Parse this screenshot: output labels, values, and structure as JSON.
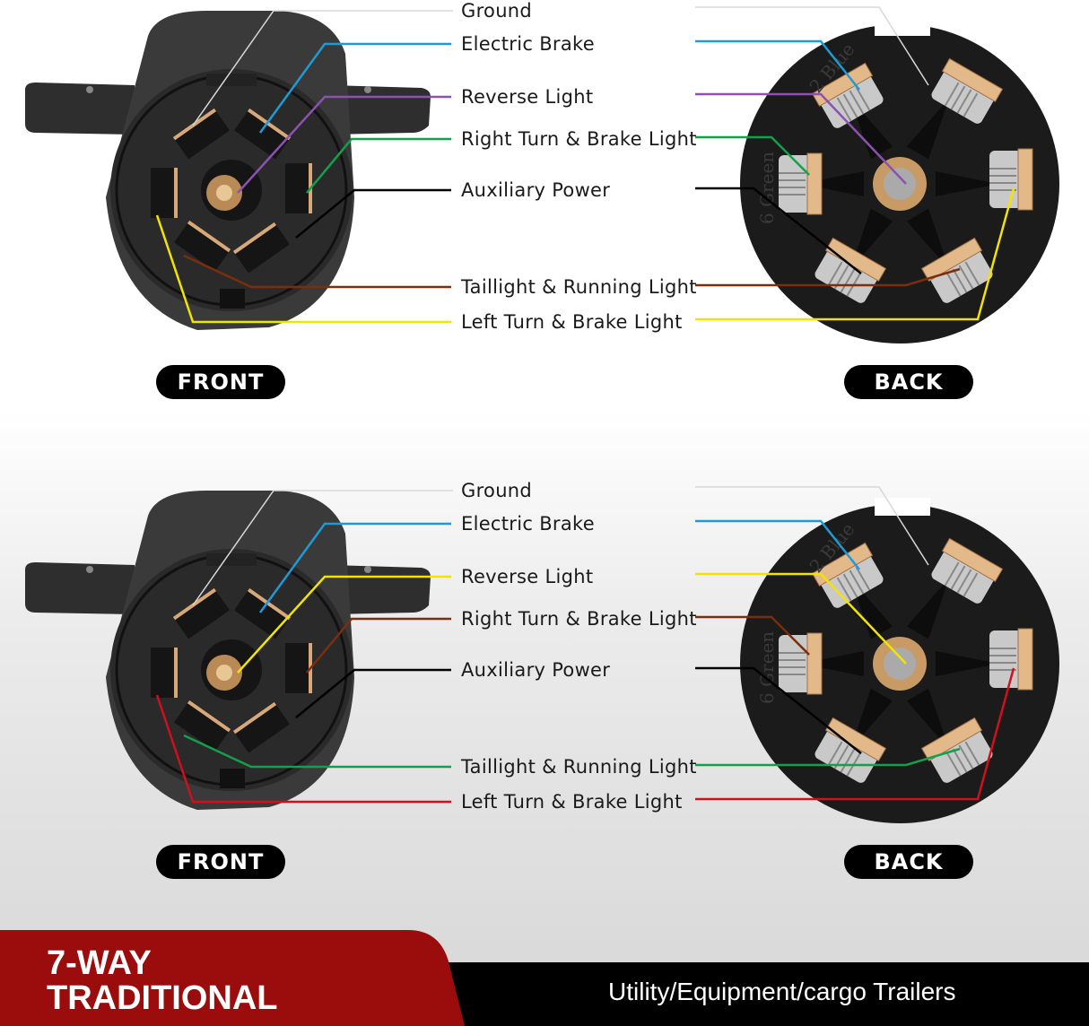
{
  "panels": [
    {
      "labels": [
        "Ground",
        "Electric Brake",
        "Reverse Light",
        "Right Turn & Brake Light",
        "Auxiliary Power",
        "Taillight & Running Light",
        "Left Turn & Brake Light"
      ],
      "wire_colors": [
        "#d8d8d8",
        "#1e9bd7",
        "#8c52b2",
        "#14a04a",
        "#000000",
        "#7a2e0c",
        "#f2e400"
      ],
      "front_label": "FRONT",
      "back_label": "BACK",
      "back_emboss": [
        "2 Blue",
        "6 Green"
      ]
    },
    {
      "labels": [
        "Ground",
        "Electric Brake",
        "Reverse Light",
        "Right Turn & Brake Light",
        "Auxiliary Power",
        "Taillight & Running Light",
        "Left Turn & Brake Light"
      ],
      "wire_colors": [
        "#d8d8d8",
        "#1e9bd7",
        "#f2e400",
        "#7a2e0c",
        "#000000",
        "#14a04a",
        "#d0101c"
      ],
      "front_label": "FRONT",
      "back_label": "BACK",
      "back_emboss": [
        "2 Blue",
        "6 Green"
      ]
    }
  ],
  "banner": {
    "title_line1": "7-WAY",
    "title_line2": "TRADITIONAL",
    "subtitle": "Utility/Equipment/cargo Trailers",
    "colors": {
      "red": "#9b0c0c",
      "black": "#000000"
    }
  }
}
